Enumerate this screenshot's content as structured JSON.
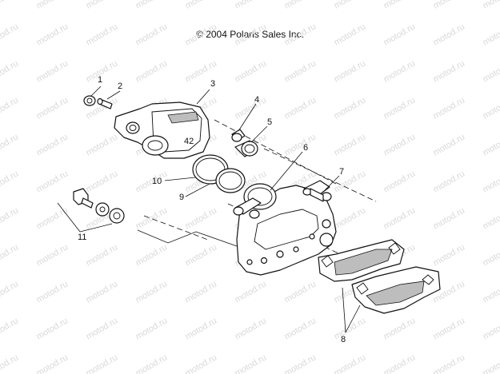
{
  "copyright": "© 2004 Polaris Sales Inc.",
  "watermark": "motod.ru",
  "callouts": [
    "1",
    "2",
    "3",
    "4",
    "5",
    "6",
    "7",
    "8",
    "9",
    "10",
    "11"
  ],
  "caliper_mark": "42"
}
